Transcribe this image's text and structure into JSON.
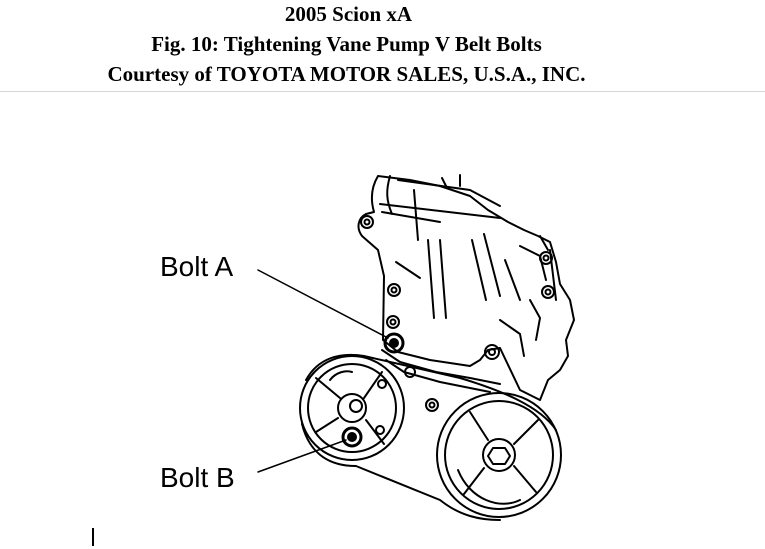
{
  "header": {
    "line1": "2005 Scion xA",
    "line2": "Fig. 10: Tightening Vane Pump V Belt Bolts",
    "line3": "Courtesy of TOYOTA MOTOR SALES, U.S.A., INC."
  },
  "callouts": {
    "bolt_a": "Bolt A",
    "bolt_b": "Bolt B"
  },
  "text_cursor": "I"
}
